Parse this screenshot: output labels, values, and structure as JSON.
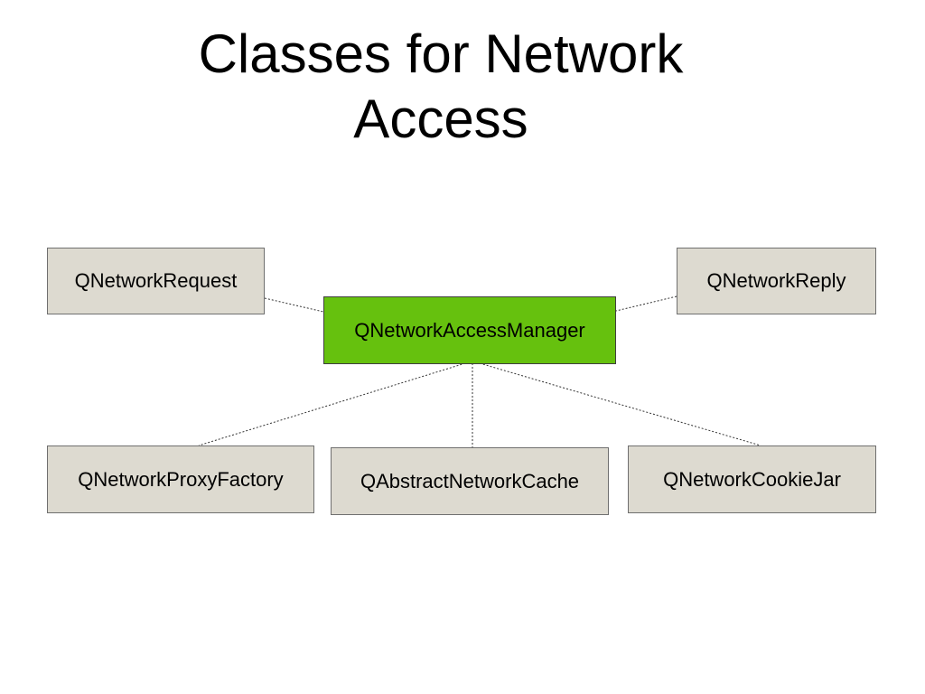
{
  "title": {
    "line1": "Classes for Network",
    "line2": "Access"
  },
  "nodes": {
    "manager": "QNetworkAccessManager",
    "request": "QNetworkRequest",
    "reply": "QNetworkReply",
    "proxy_factory": "QNetworkProxyFactory",
    "cache": "QAbstractNetworkCache",
    "cookie_jar": "QNetworkCookieJar"
  },
  "colors": {
    "manager_fill": "#66c10e",
    "node_fill": "#dddad0",
    "connector": "#333333"
  }
}
